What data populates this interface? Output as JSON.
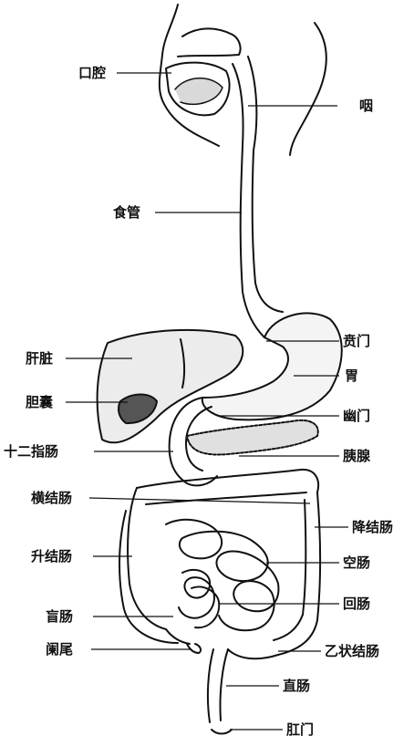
{
  "labels": {
    "mouth": "口腔",
    "pharynx": "咽",
    "esophagus": "食管",
    "cardia": "贲门",
    "liver": "肝脏",
    "stomach": "胃",
    "gallbladder": "胆囊",
    "pylorus": "幽门",
    "duodenum": "十二指肠",
    "pancreas": "胰腺",
    "transverse_colon": "横结肠",
    "descending_colon": "降结肠",
    "ascending_colon": "升结肠",
    "jejunum": "空肠",
    "cecum": "盲肠",
    "ileum": "回肠",
    "appendix": "阑尾",
    "sigmoid_colon": "乙状结肠",
    "rectum": "直肠",
    "anus": "肛门"
  }
}
